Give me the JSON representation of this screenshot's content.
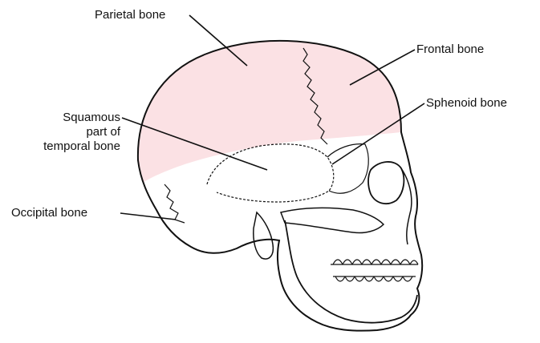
{
  "labels": {
    "parietal": "Parietal bone",
    "frontal": "Frontal bone",
    "sphenoid": "Sphenoid bone",
    "squamous_line1": "Squamous",
    "squamous_line2": "part of",
    "squamous_line3": "temporal bone",
    "occipital": "Occipital bone"
  },
  "colors": {
    "highlight": "#fbe1e4",
    "outline": "#111111",
    "background": "#ffffff"
  }
}
